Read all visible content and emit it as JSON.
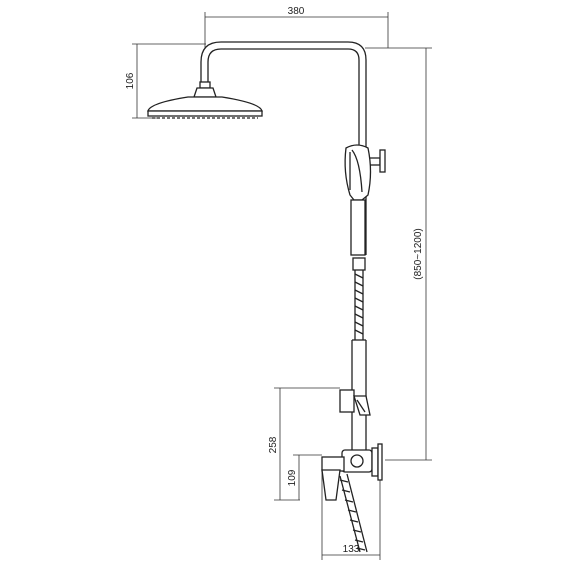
{
  "dimensions": {
    "width_top": "380",
    "head_height": "106",
    "total_height": "(850~1200)",
    "mixer_height": "258",
    "outlet_height": "109",
    "mixer_width": "133"
  }
}
